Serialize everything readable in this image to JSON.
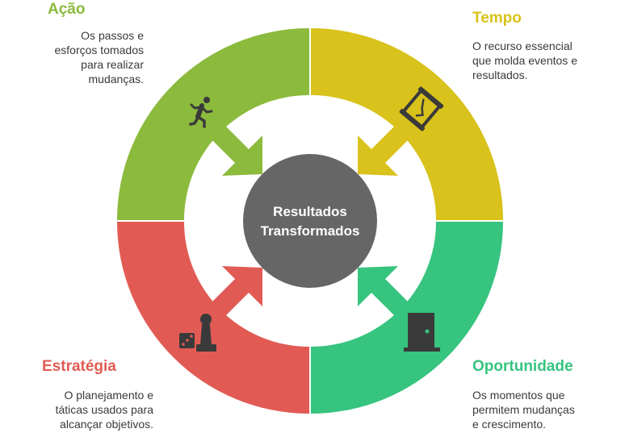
{
  "center": {
    "line1": "Resultados",
    "line2": "Transformados"
  },
  "segments": [
    {
      "id": "acao",
      "title": "Ação",
      "description": [
        "Os passos e",
        "esforços tomados",
        "para realizar",
        "mudanças."
      ],
      "color": "#8cba3c",
      "icon": "running-person-icon"
    },
    {
      "id": "tempo",
      "title": "Tempo",
      "description": [
        "O recurso essencial",
        "que molda eventos e",
        "resultados."
      ],
      "color": "#d8c21b",
      "icon": "hourglass-icon"
    },
    {
      "id": "estrategia",
      "title": "Estratégia",
      "description": [
        "O planejamento e",
        "táticas usados para",
        "alcançar objetivos."
      ],
      "color": "#e15b54",
      "icon": "chess-pawn-dice-icon"
    },
    {
      "id": "oportunidade",
      "title": "Oportunidade",
      "description": [
        "Os momentos que",
        "permitem mudanças",
        "e crescimento."
      ],
      "color": "#36c47f",
      "icon": "door-icon"
    }
  ],
  "hub_color": "#666666"
}
